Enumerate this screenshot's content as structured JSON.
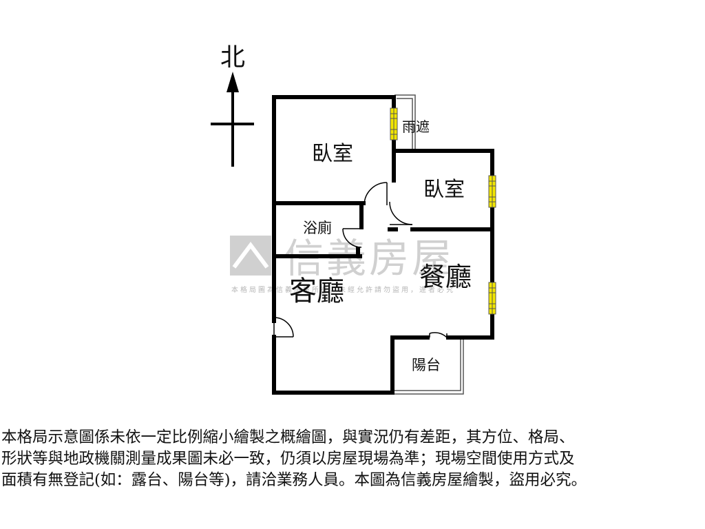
{
  "compass": {
    "north_label": "北"
  },
  "rooms": {
    "bedroom_1": "臥室",
    "bedroom_2": "臥室",
    "canopy": "雨遮",
    "bathroom": "浴廁",
    "living_room": "客廳",
    "dining_room": "餐廳",
    "balcony": "陽台"
  },
  "watermark": {
    "brand": "信義房屋",
    "notice": "本格局圖為信義房屋所有，未經允許請勿盜用，違者必究"
  },
  "disclaimer": {
    "line1": "本格局示意圖係未依一定比例縮小繪製之概繪圖，與實況仍有差距，其方位、格局、",
    "line2": "形狀等與地政機關測量成果圖未必一致，仍須以房屋現場為準；現場空間使用方式及",
    "line3": "面積有無登記(如：露台、陽台等)，請洽業務人員。本圖為信義房屋繪製，盜用必究。"
  },
  "colors": {
    "wall": "#000000",
    "window_fill": "#f2e600",
    "window_stroke": "#555555",
    "watermark": "#c8c8c8"
  }
}
